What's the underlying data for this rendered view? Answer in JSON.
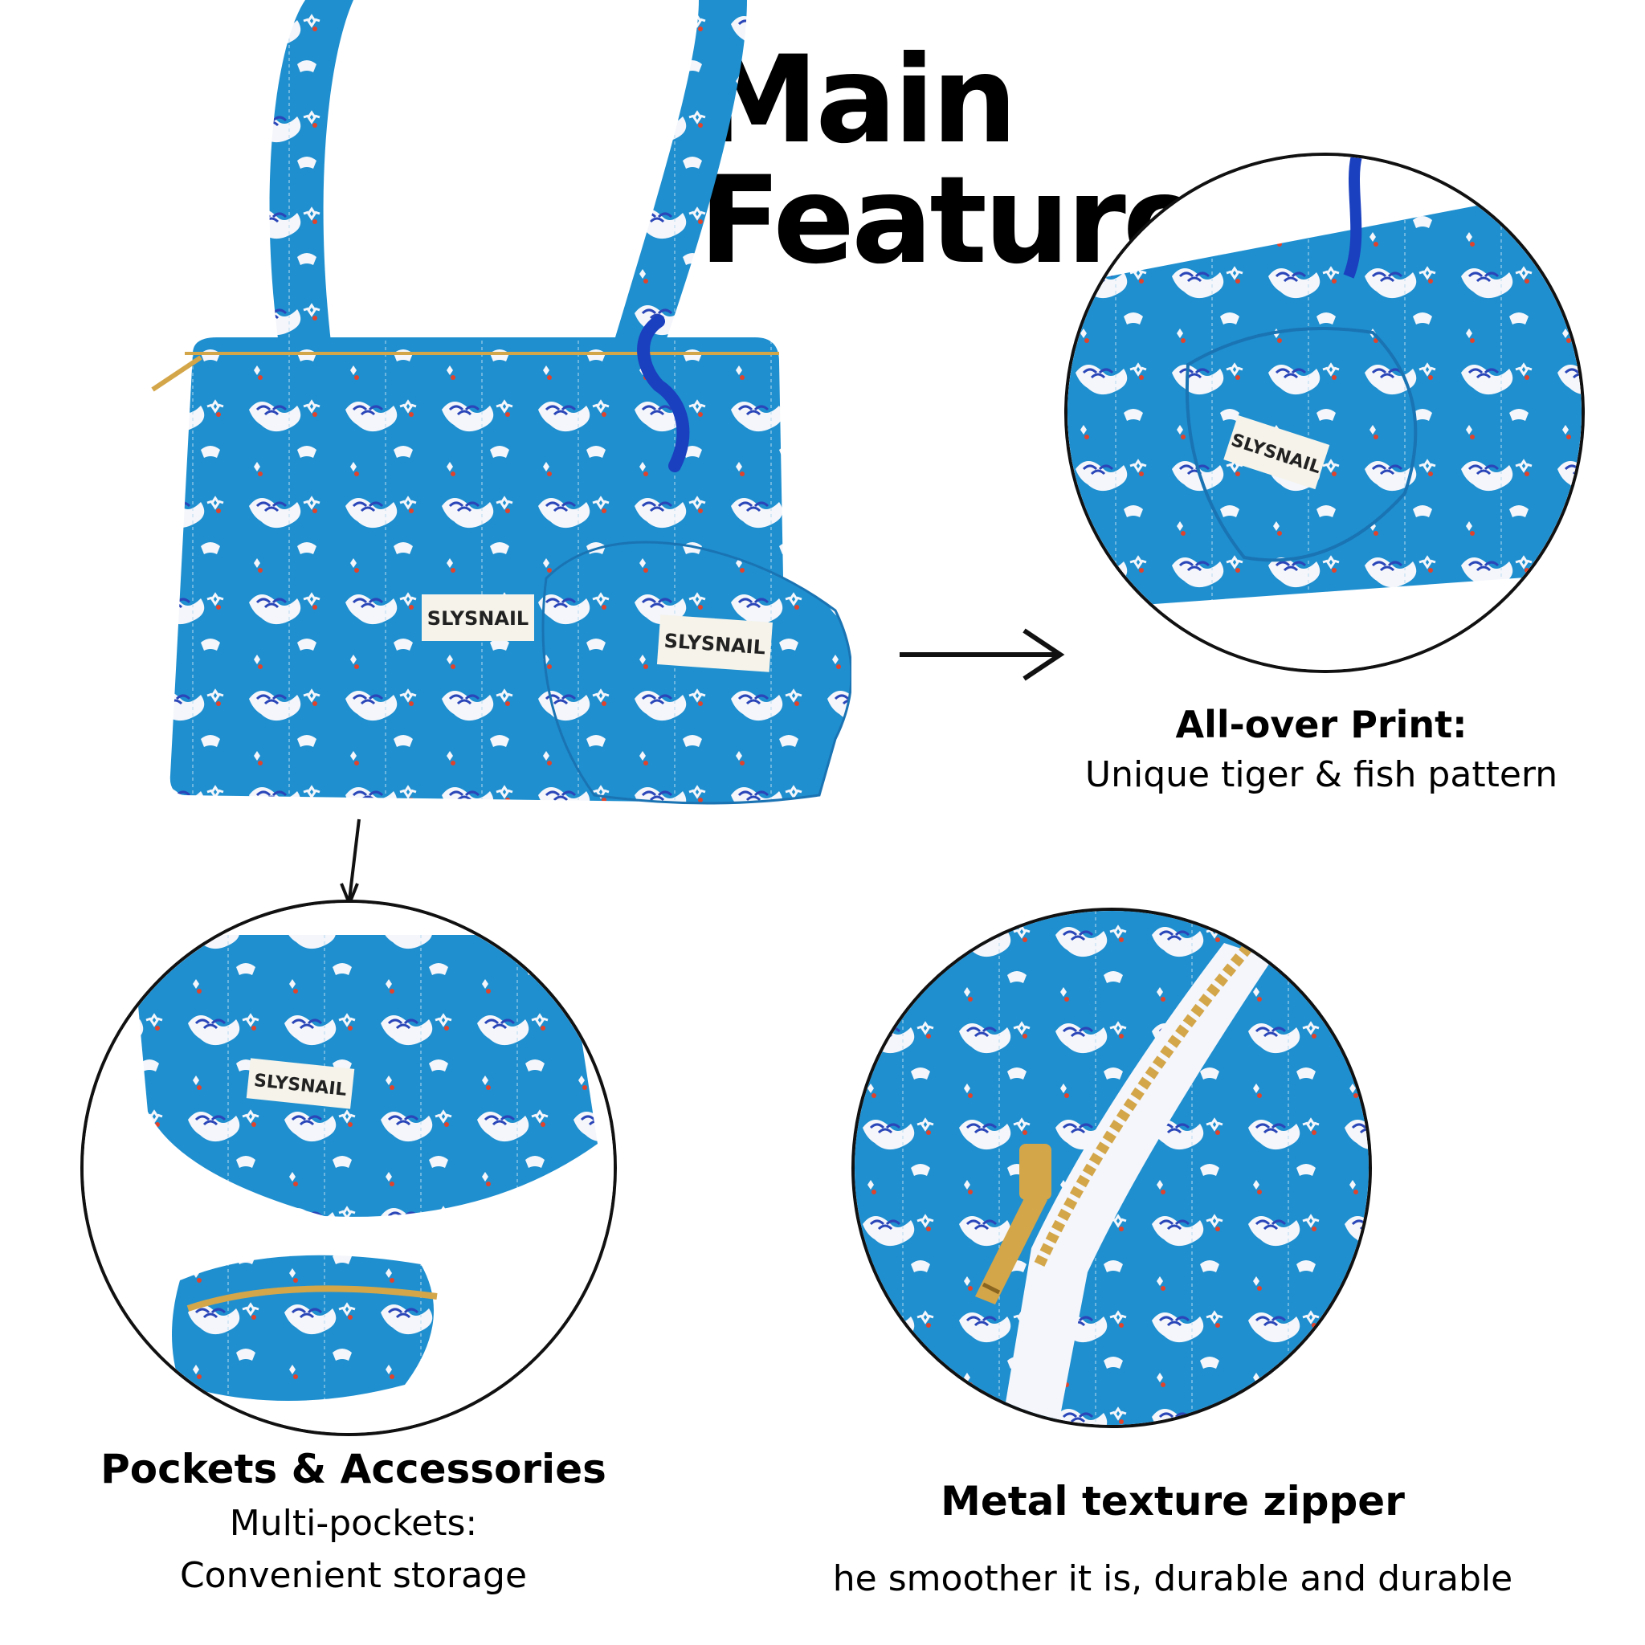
{
  "title": "Main Features",
  "brand_tag": "SLYSNAIL",
  "colors": {
    "bag_blue": "#1f8fcf",
    "pattern_white": "#f4f6fb",
    "pattern_navy": "#2a46b8",
    "dot_red": "#e0432c",
    "zipper_gold": "#d4a64a"
  },
  "features": [
    {
      "title": "All-over Print:",
      "subtitle": "Unique tiger & fish pattern"
    },
    {
      "title": "Pockets & Accessories",
      "subtitle_line1": "Multi-pockets:",
      "subtitle_line2": "Convenient storage"
    },
    {
      "title": "Metal texture zipper",
      "subtitle": "he smoother it is, durable and durable"
    }
  ]
}
